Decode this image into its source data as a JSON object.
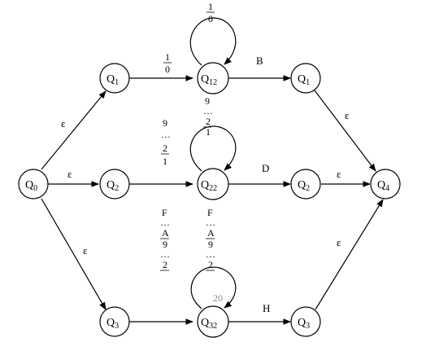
{
  "nodes": {
    "q0": {
      "main": "Q",
      "sub": "0"
    },
    "q1a": {
      "main": "Q",
      "sub": "1"
    },
    "q2a": {
      "main": "Q",
      "sub": "2"
    },
    "q3a": {
      "main": "Q",
      "sub": "3"
    },
    "q12": {
      "main": "Q",
      "sub": "12"
    },
    "q22": {
      "main": "Q",
      "sub": "22"
    },
    "q32": {
      "main": "Q",
      "sub": "32"
    },
    "q1b": {
      "main": "Q",
      "sub": "1"
    },
    "q2b": {
      "main": "Q",
      "sub": "2"
    },
    "q3b": {
      "main": "Q",
      "sub": "3"
    },
    "q4": {
      "main": "Q",
      "sub": "4"
    }
  },
  "edge_labels": {
    "q0_q1a": "ε",
    "q0_q2a": "ε",
    "q0_q3a": "ε",
    "q1b_q4": "ε",
    "q2b_q4": "ε",
    "q3b_q4": "ε",
    "q12_q1b": "B",
    "q22_q2b": "D",
    "q32_q3b": "H",
    "q1a_q12_top": "1",
    "q1a_q12_bottom": "0",
    "q12_loop_top": "1",
    "q12_loop_bottom": "0",
    "q12_below_top": "9",
    "q12_below_dots": "…",
    "q12_below_bottom": "2",
    "q22_loop": "1",
    "q2a_q22_top": "9",
    "q2a_q22_dots": "…",
    "q2a_q22_mid": "2",
    "q2a_q22_bottom": "1",
    "q3a_q32_f": "F",
    "q3a_q32_dots1": "…",
    "q3a_q32_a": "A",
    "q3a_q32_nine": "9",
    "q3a_q32_dots2": "…",
    "q3a_q32_two": "2",
    "q22_below_f": "F",
    "q22_below_dots1": "…",
    "q22_below_a": "A",
    "q22_below_nine": "9",
    "q22_below_dots2": "…",
    "q22_below_two": "2",
    "q32_loop": "20"
  }
}
